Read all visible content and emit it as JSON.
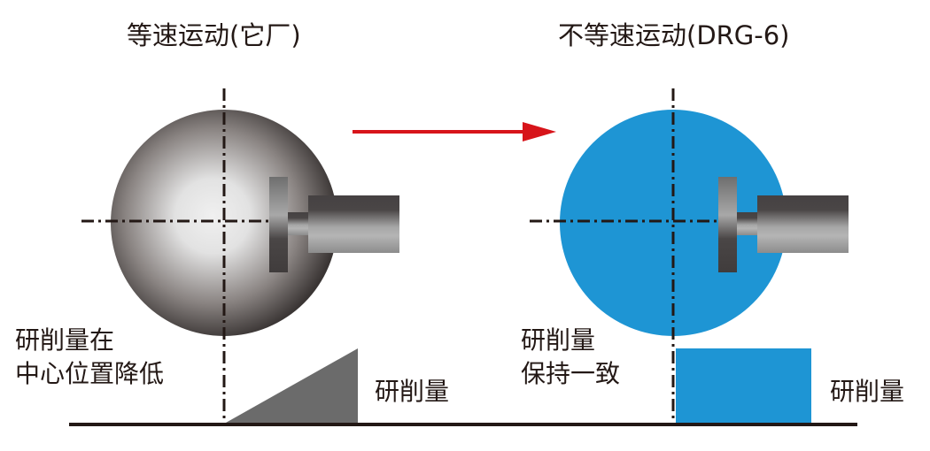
{
  "left": {
    "title": "等速运动(它厂)",
    "note_line1": "研削量在",
    "note_line2": "中心位置降低",
    "amount_label": "研削量"
  },
  "right": {
    "title": "不等速运动(DRG-6)",
    "note_line1": "研削量",
    "note_line2": "保持一致",
    "amount_label": "研削量"
  },
  "colors": {
    "arrow": "#d7141a",
    "blue": "#1e95d4",
    "gray_wedge": "#6b6b6b",
    "line": "#231815"
  }
}
